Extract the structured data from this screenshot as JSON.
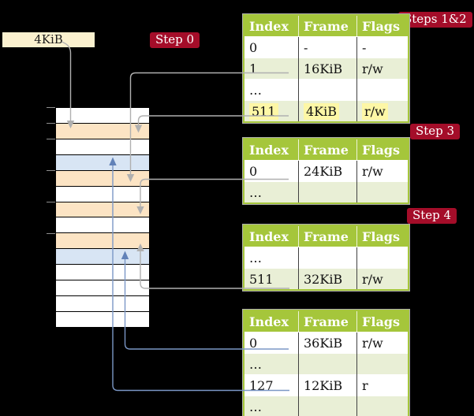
{
  "palette": {
    "background": "#000000",
    "table_header_green": "#a5c63b",
    "table_row_green": "#e9efd6",
    "table_outline_gray": "#adadad",
    "step_label_red": "#a40d29",
    "frame_size_box_cream": "#fbf1cf",
    "page_table_frame_orange": "#fce4c4",
    "mapped_page_frame_blue": "#d8e5f4",
    "free_frame_white": "#ffffff",
    "highlight_yellow": "#fdf7a6",
    "arrow_gray": "#b0b0b0",
    "arrow_blue": "#7b97c6"
  },
  "physical_memory": {
    "frame_size_label": "4KiB",
    "frames": [
      {
        "kind": "free"
      },
      {
        "kind": "table"
      },
      {
        "kind": "free"
      },
      {
        "kind": "page"
      },
      {
        "kind": "table"
      },
      {
        "kind": "free"
      },
      {
        "kind": "table"
      },
      {
        "kind": "free"
      },
      {
        "kind": "table"
      },
      {
        "kind": "page"
      },
      {
        "kind": "free"
      },
      {
        "kind": "free"
      },
      {
        "kind": "free"
      },
      {
        "kind": "free"
      }
    ]
  },
  "steps": {
    "step0": "Step 0",
    "steps12": "Steps 1&2",
    "step3": "Step 3",
    "step4": "Step 4"
  },
  "tables": [
    {
      "headers": [
        "Index",
        "Frame",
        "Flags"
      ],
      "rows": [
        [
          "0",
          "-",
          "-"
        ],
        [
          "1",
          "16KiB",
          "r/w"
        ],
        [
          "…",
          "",
          ""
        ],
        [
          "511",
          "4KiB",
          "r/w"
        ]
      ]
    },
    {
      "headers": [
        "Index",
        "Frame",
        "Flags"
      ],
      "rows": [
        [
          "0",
          "24KiB",
          "r/w"
        ],
        [
          "…",
          "",
          ""
        ]
      ]
    },
    {
      "headers": [
        "Index",
        "Frame",
        "Flags"
      ],
      "rows": [
        [
          "…",
          "",
          ""
        ],
        [
          "511",
          "32KiB",
          "r/w"
        ]
      ]
    },
    {
      "headers": [
        "Index",
        "Frame",
        "Flags"
      ],
      "rows": [
        [
          "0",
          "36KiB",
          "r/w"
        ],
        [
          "…",
          "",
          ""
        ],
        [
          "127",
          "12KiB",
          "r"
        ],
        [
          "…",
          "",
          ""
        ]
      ]
    }
  ]
}
